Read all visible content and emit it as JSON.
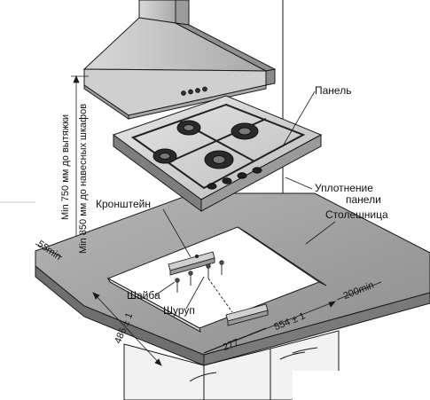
{
  "labels": {
    "panel": "Панель",
    "seal_line1": "Уплотнение",
    "seal_line2": "панели",
    "worktop": "Столешница",
    "bracket": "Кронштейн",
    "washer": "Шайба",
    "screw": "Шуруп"
  },
  "dimensions": {
    "hood_clearance": "Min 750 мм до вытяжки",
    "cabinet_clearance": "Min 850 мм до навесных шкафов",
    "front_edge": "55min",
    "side_clearance": "200min",
    "cutout_depth": "486 ± 1",
    "cutout_width": "554 ± 1",
    "bracket_offset": "277"
  },
  "colors": {
    "line": "#1a1a1a",
    "worktop": "#9a9a9a",
    "worktop_dark": "#7c7c7c",
    "hob_top": "#cfcfcf",
    "hob_side": "#8a8a8a",
    "hood": "#bdbdbd"
  },
  "icons": {
    "burner": "gas-burner-icon",
    "knob": "control-knob-icon",
    "screw": "screw-icon"
  }
}
